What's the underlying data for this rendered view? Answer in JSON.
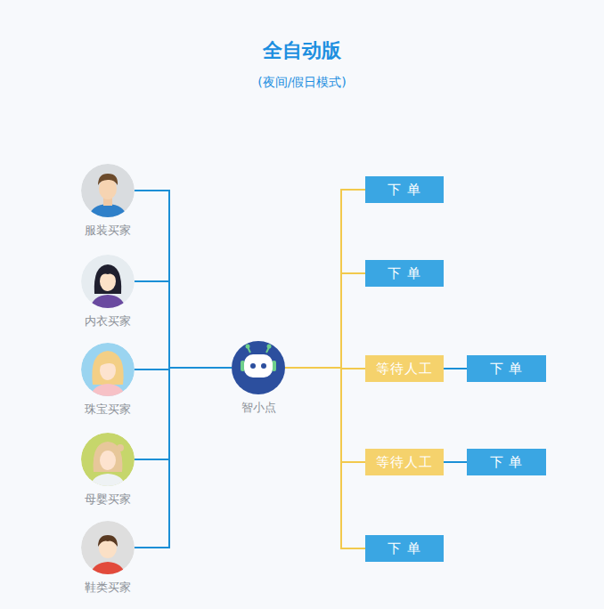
{
  "diagram": {
    "title": "全自动版",
    "nodes": [
      {
        "text": [
          "服装买家"
        ]
      },
      {
        "text": [
          "内衣买家"
        ]
      },
      {
        "text": [
          "珠宝买家"
        ]
      },
      {
        "text": [
          "母婴买家"
        ]
      },
      {
        "text": [
          "鞋类买家"
        ]
      },
      {
        "text": [
          "智小点"
        ]
      },
      {
        "text": [
          "下 单"
        ]
      },
      {
        "text": [
          "下 单"
        ]
      },
      {
        "text": [
          "等待人工"
        ]
      },
      {
        "text": [
          "下 单"
        ]
      },
      {
        "text": [
          "等待人工"
        ]
      },
      {
        "text": [
          "下 单"
        ]
      },
      {
        "text": [
          "下 单"
        ]
      }
    ],
    "edges": [
      {
        "from": 0,
        "to": 5,
        "arrow": "none"
      },
      {
        "from": 1,
        "to": 5,
        "arrow": "none"
      },
      {
        "from": 2,
        "to": 5,
        "arrow": "none"
      },
      {
        "from": 3,
        "to": 5,
        "arrow": "none"
      },
      {
        "from": 4,
        "to": 5,
        "arrow": "none"
      },
      {
        "from": 5,
        "to": 6,
        "arrow": "none"
      },
      {
        "from": 5,
        "to": 7,
        "arrow": "none"
      },
      {
        "from": 5,
        "to": 8,
        "arrow": "none"
      },
      {
        "from": 5,
        "to": 10,
        "arrow": "none"
      },
      {
        "from": 5,
        "to": 12,
        "arrow": "none"
      },
      {
        "from": 8,
        "to": 9,
        "arrow": "none"
      },
      {
        "from": 10,
        "to": 11,
        "arrow": "none"
      }
    ],
    "labels": [
      "(夜间/假日模式)"
    ]
  }
}
